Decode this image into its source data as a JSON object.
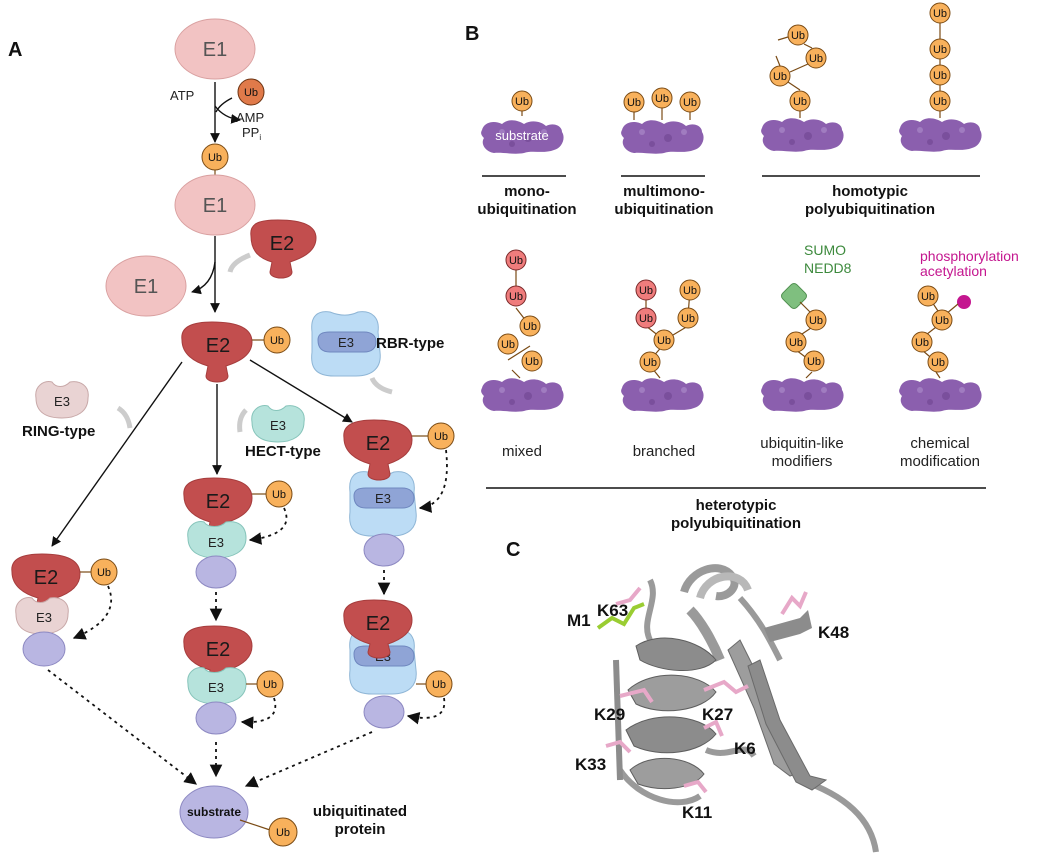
{
  "panels": {
    "a": "A",
    "b": "B",
    "c": "C"
  },
  "panel_a": {
    "e1": "E1",
    "e2": "E2",
    "e3": "E3",
    "ub": "Ub",
    "atp": "ATP",
    "amp": "AMP",
    "ppi": "PP",
    "ppi_sub": "i",
    "ring_type": "RING-type",
    "hect_type": "HECT-type",
    "rbr_type": "RBR-type",
    "substrate": "substrate",
    "ubiquitinated_protein_line1": "ubiquitinated",
    "ubiquitinated_protein_line2": "protein"
  },
  "panel_b": {
    "ub": "Ub",
    "substrate": "substrate",
    "mono_line1": "mono-",
    "mono_line2": "ubiquitination",
    "multimono_line1": "multimono-",
    "multimono_line2": "ubiquitination",
    "homotypic_line1": "homotypic",
    "homotypic_line2": "polyubiquitination",
    "mixed": "mixed",
    "branched": "branched",
    "ubl_line1": "ubiquitin-like",
    "ubl_line2": "modifiers",
    "chem_line1": "chemical",
    "chem_line2": "modification",
    "sumo": "SUMO",
    "nedd8": "NEDD8",
    "phosphorylation": "phosphorylation",
    "acetylation": "acetylation",
    "heterotypic_line1": "heterotypic",
    "heterotypic_line2": "polyubiquitination"
  },
  "panel_c": {
    "k63": "K63",
    "m1": "M1",
    "k48": "K48",
    "k29": "K29",
    "k27": "K27",
    "k6": "K6",
    "k33": "K33",
    "k11": "K11"
  },
  "colors": {
    "e1": "#f2c3c3",
    "e2": "#c24e4e",
    "ub": "#f8b15c",
    "ub_red": "#ef7c7c",
    "e3_ring": "#e9d3d3",
    "e3_hect": "#b6e3dc",
    "e3_rbr": "#bcdcf5",
    "substrate": "#b9b6e2",
    "blob": "#8b5fae",
    "sumo_text": "#3d8a3d",
    "chem_text": "#c4168f",
    "m1_stick": "#9acd32",
    "lys_stick": "#e7a8c8",
    "ribbon": "#8c8c8c"
  }
}
